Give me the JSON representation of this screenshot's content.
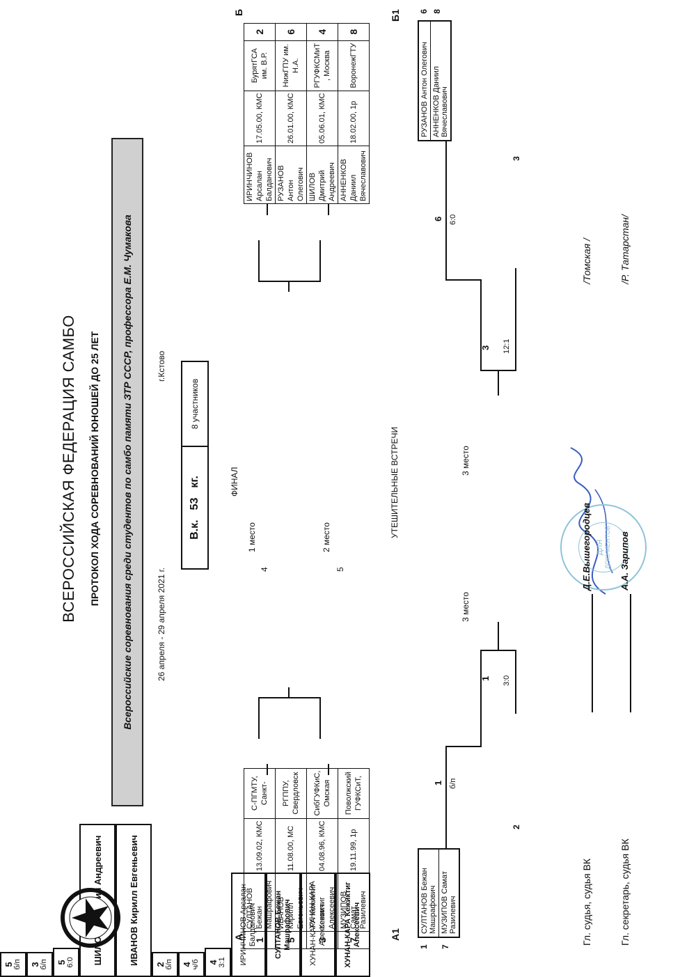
{
  "header": {
    "title": "ВСЕРОССИЙСКАЯ ФЕДЕРАЦИЯ САМБО",
    "subtitle": "ПРОТОКОЛ ХОДА СОРЕВНОВАНИЙ ЮНОШЕЙ ДО 25 ЛЕТ",
    "banner": "Всероссийские соревнования среди студентов по самбо памяти ЗТР СССР, профессора Е.М. Чумакова",
    "dates": "26 апреля - 29 апреля 2021 г.",
    "city": "г.Кстово",
    "weight_prefix": "В.к.",
    "weight_value": "53",
    "weight_unit": "кг.",
    "participants": "8 участников"
  },
  "pool_a": {
    "label": "А",
    "rows": [
      {
        "seed": "1",
        "name": "СУЛТАНОВ Бежан Машрафович",
        "date": "13.09.02, КМС",
        "club": "С-ПГМТУ, Санкт-"
      },
      {
        "seed": "5",
        "name": "ИВАНОВ Кирилл Евгеньевич",
        "date": "11.08.00, МС",
        "club": "РГППУ, Свердловск"
      },
      {
        "seed": "3",
        "name": "ХУНАН-КАРА Кежиктиг Алексеевич",
        "date": "04.08.96, КМС",
        "club": "СибГУФКиС, Омская"
      },
      {
        "seed": "7",
        "name": "МУЗИПОВ Самат Разилевич",
        "date": "19.11.99, 1р",
        "club": "Поволжский ГУФКСиТ,"
      }
    ],
    "semi1": {
      "num": "5",
      "res": "б/п"
    },
    "semi2": {
      "num": "3",
      "res": "б/п"
    },
    "final": {
      "num": "5",
      "res": "6:0"
    }
  },
  "pool_b": {
    "label": "Б",
    "rows": [
      {
        "seed": "2",
        "name": "ИРИНЧИНОВ Арсалан Балданович",
        "date": "17.05.00, КМС",
        "club": "БурятГСА им. В.Р."
      },
      {
        "seed": "6",
        "name": "РУЗАНОВ Антон Олегович",
        "date": "26.01.00, КМС",
        "club": "НижГПУ им. Н.А."
      },
      {
        "seed": "4",
        "name": "ШИЛОВ Дмитрий Андреевич",
        "date": "05.06.01, КМС",
        "club": "РГУФКСМиТ , Москва"
      },
      {
        "seed": "8",
        "name": "АННЕНКОВ Даниил Вячеславович",
        "date": "18.02.00, 1р",
        "club": "ВоронежГТУ"
      }
    ],
    "semi1": {
      "num": "2",
      "res": "б/п"
    },
    "semi2": {
      "num": "4",
      "res": "ч/б"
    },
    "final": {
      "num": "4",
      "res": "3:1"
    }
  },
  "final": {
    "label": "ФИНАЛ",
    "first_label": "1 место",
    "first_seed": "4",
    "first_name": "ШИЛОВ Дмитрий Андреевич",
    "second_label": "2 место",
    "second_seed": "5",
    "second_name": "ИВАНОВ Кирилл Евгеньевич"
  },
  "consolation": {
    "label": "УТЕШИТЕЛЬНЫЕ ВСТРЕЧИ",
    "a1": {
      "label": "А1",
      "box_seed1": "1",
      "box_name1": "СУЛТАНОВ Бежан Машрафович",
      "box_seed2": "7",
      "box_name2": "МУЗИПОВ Самат Разилевич",
      "r1_num": "1",
      "r1_res": "б/п",
      "opp_seed": "2",
      "opp_name": "ИРИНЧИНОВ Арсалан Балданович",
      "r2_num": "1",
      "r2_res": "3:0",
      "third_label": "3 место",
      "third_name": "СУЛТАНОВ Бежан Машрафович"
    },
    "b1": {
      "label": "Б1",
      "box_seed1": "6",
      "box_name1": "РУЗАНОВ Антон Олегович",
      "box_seed2": "8",
      "box_name2": "АННЕНКОВ Даниил Вячеславович",
      "r1_num": "6",
      "r1_res": "6:0",
      "opp_seed": "3",
      "opp_name": "ХУНАН-КАРА Кежиктиг Алексеевич",
      "r2_num": "3",
      "r2_res": "12:1",
      "third_label": "3 место",
      "third_name": "ХУНАН-КАРА Кежиктиг Алексеевич"
    }
  },
  "officials": {
    "judge_label": "Гл. судья, судья ВК",
    "judge_name": "Д.Е.Вышегородцев",
    "judge_region": "/Томская /",
    "secretary_label": "Гл. секретарь, судья ВК",
    "secretary_name": "А.А. Зарипов",
    "secretary_region": "/Р. Татарстан/"
  },
  "stamp": {
    "line1": "ДЛЯ",
    "line2": "ДОКУМЕНТОВ"
  }
}
